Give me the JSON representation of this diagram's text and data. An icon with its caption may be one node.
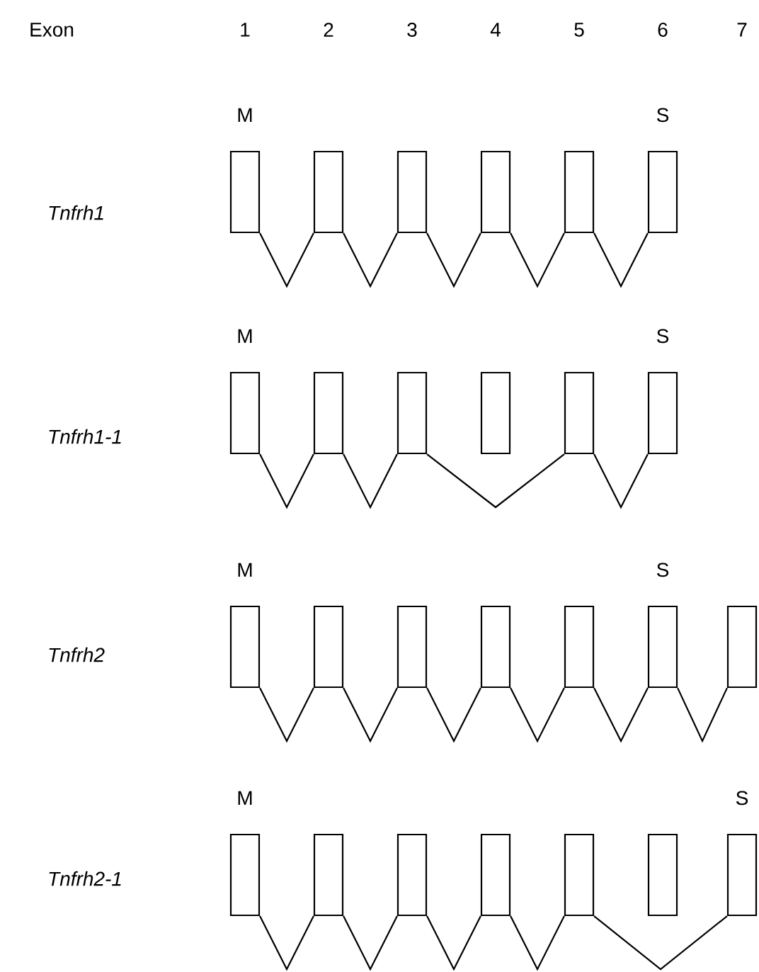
{
  "diagram": {
    "nodes": [
      {
        "text": [],
        "shape": "box",
        "beside": [
          "M"
        ]
      },
      {
        "text": [],
        "shape": "box"
      },
      {
        "text": [],
        "shape": "box"
      },
      {
        "text": [],
        "shape": "box"
      },
      {
        "text": [],
        "shape": "box"
      },
      {
        "text": [],
        "shape": "box",
        "beside": [
          "S"
        ]
      },
      {
        "text": [],
        "shape": "box",
        "beside": [
          "M"
        ]
      },
      {
        "text": [],
        "shape": "box"
      },
      {
        "text": [],
        "shape": "box"
      },
      {
        "text": [],
        "shape": "box"
      },
      {
        "text": [],
        "shape": "box"
      },
      {
        "text": [],
        "shape": "box",
        "beside": [
          "S"
        ]
      },
      {
        "text": [],
        "shape": "box",
        "beside": [
          "M"
        ]
      },
      {
        "text": [],
        "shape": "box"
      },
      {
        "text": [],
        "shape": "box"
      },
      {
        "text": [],
        "shape": "box"
      },
      {
        "text": [],
        "shape": "box"
      },
      {
        "text": [],
        "shape": "box",
        "beside": [
          "S"
        ]
      },
      {
        "text": [],
        "shape": "box"
      },
      {
        "text": [],
        "shape": "box",
        "beside": [
          "M"
        ]
      },
      {
        "text": [],
        "shape": "box"
      },
      {
        "text": [],
        "shape": "box"
      },
      {
        "text": [],
        "shape": "box"
      },
      {
        "text": [],
        "shape": "box"
      },
      {
        "text": [],
        "shape": "box"
      },
      {
        "text": [],
        "shape": "box",
        "beside": [
          "S"
        ]
      }
    ],
    "edges": [
      {
        "from": 0,
        "to": 1,
        "arrow": "none"
      },
      {
        "from": 1,
        "to": 2,
        "arrow": "none"
      },
      {
        "from": 2,
        "to": 3,
        "arrow": "none"
      },
      {
        "from": 3,
        "to": 4,
        "arrow": "none"
      },
      {
        "from": 4,
        "to": 5,
        "arrow": "none"
      },
      {
        "from": 6,
        "to": 7,
        "arrow": "none"
      },
      {
        "from": 7,
        "to": 8,
        "arrow": "none"
      },
      {
        "from": 8,
        "to": 10,
        "arrow": "none"
      },
      {
        "from": 10,
        "to": 11,
        "arrow": "none"
      },
      {
        "from": 12,
        "to": 13,
        "arrow": "none"
      },
      {
        "from": 13,
        "to": 14,
        "arrow": "none"
      },
      {
        "from": 14,
        "to": 15,
        "arrow": "none"
      },
      {
        "from": 15,
        "to": 16,
        "arrow": "none"
      },
      {
        "from": 16,
        "to": 17,
        "arrow": "none"
      },
      {
        "from": 17,
        "to": 18,
        "arrow": "none"
      },
      {
        "from": 19,
        "to": 20,
        "arrow": "none"
      },
      {
        "from": 20,
        "to": 21,
        "arrow": "none"
      },
      {
        "from": 21,
        "to": 22,
        "arrow": "none"
      },
      {
        "from": 22,
        "to": 23,
        "arrow": "none"
      },
      {
        "from": 23,
        "to": 25,
        "arrow": "none"
      }
    ],
    "labels": [
      "Exon",
      "1",
      "2",
      "3",
      "4",
      "5",
      "6",
      "7",
      "Tnfrh1",
      "Tnfrh1-1",
      "Tnfrh2",
      "Tnfrh2-1"
    ]
  }
}
